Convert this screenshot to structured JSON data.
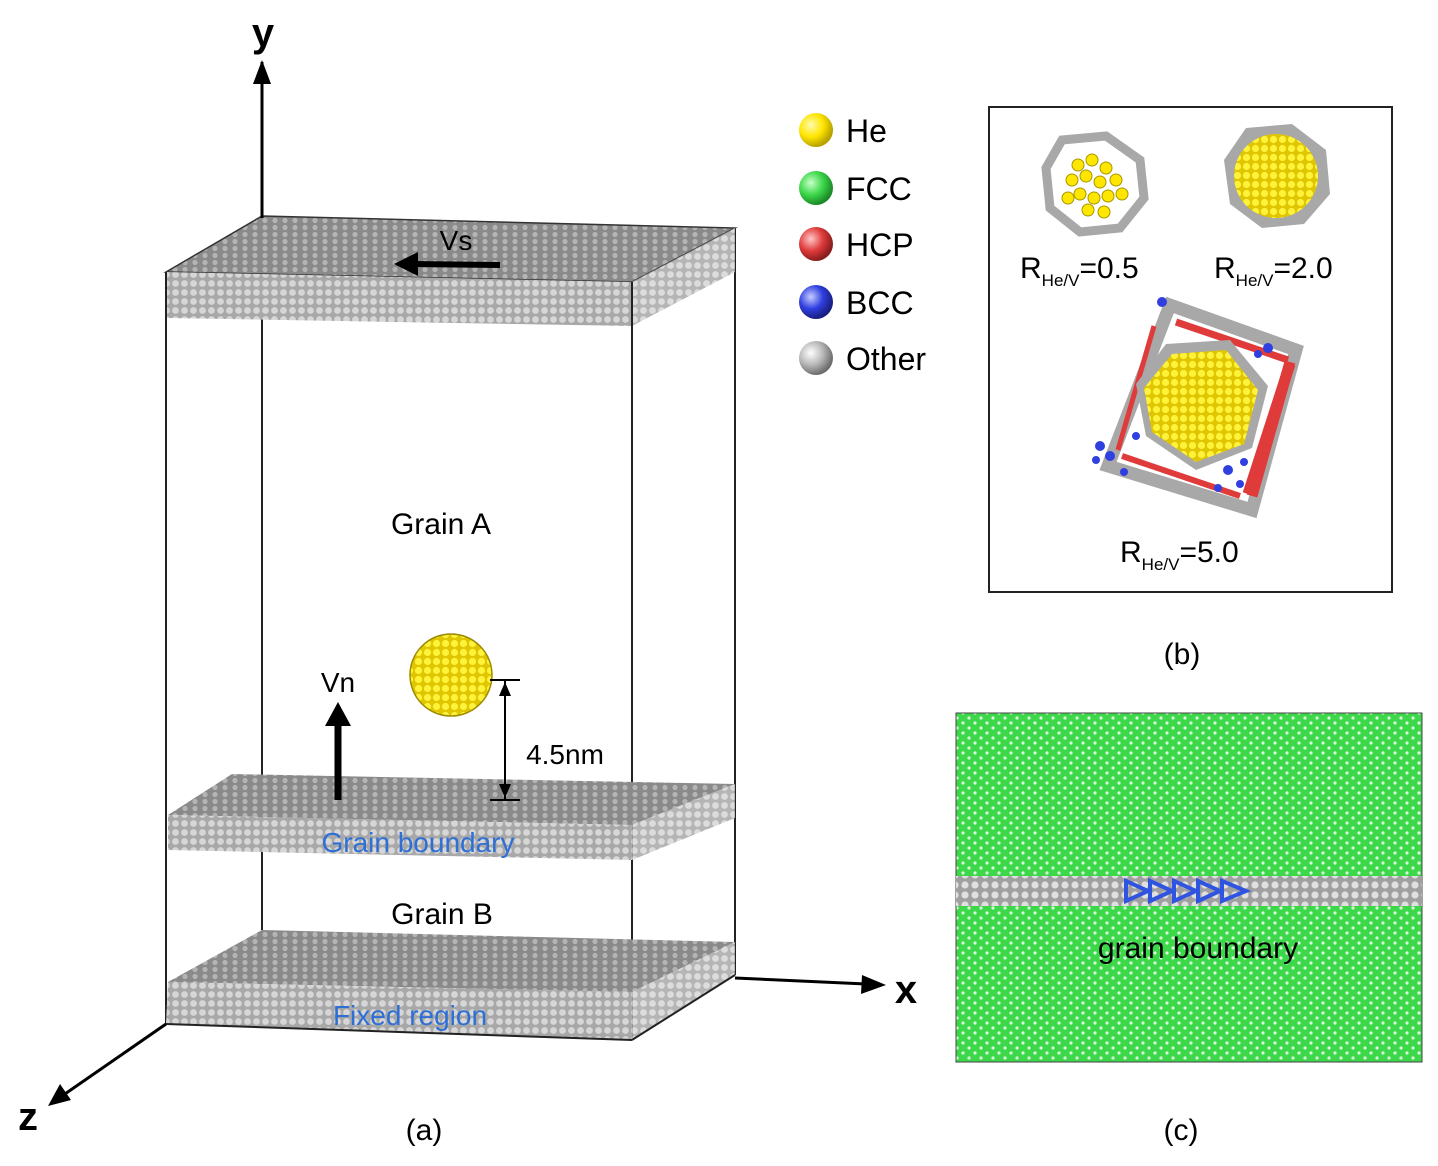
{
  "panel_a": {
    "axes": {
      "y": "y",
      "x": "x",
      "z": "z"
    },
    "vs_label": "Vs",
    "vn_label": "Vn",
    "distance_label": "4.5nm",
    "grain_a_label": "Grain A",
    "grain_b_label": "Grain B",
    "grain_boundary_label": "Grain boundary",
    "fixed_region_label": "Fixed region",
    "caption": "(a)"
  },
  "legend": {
    "items": [
      {
        "label": "He",
        "color": "#ffe600"
      },
      {
        "label": "FCC",
        "color": "#3cd84a"
      },
      {
        "label": "HCP",
        "color": "#e03b3b"
      },
      {
        "label": "BCC",
        "color": "#2f3fe0"
      },
      {
        "label": "Other",
        "color": "#b8b8b8"
      }
    ]
  },
  "panel_b": {
    "r_symbol": "R",
    "subscript": "He/V",
    "ratio_1": "=0.5",
    "ratio_2": "=2.0",
    "ratio_3": "=5.0",
    "caption": "(b)"
  },
  "panel_c": {
    "label": "grain boundary",
    "caption": "(c)"
  },
  "colors": {
    "slab": "#8c8c8c",
    "slab_front": "#b9b9b9",
    "he": "#ffe600",
    "fcc": "#3cd84a",
    "blue_label": "#2e6fd6"
  }
}
